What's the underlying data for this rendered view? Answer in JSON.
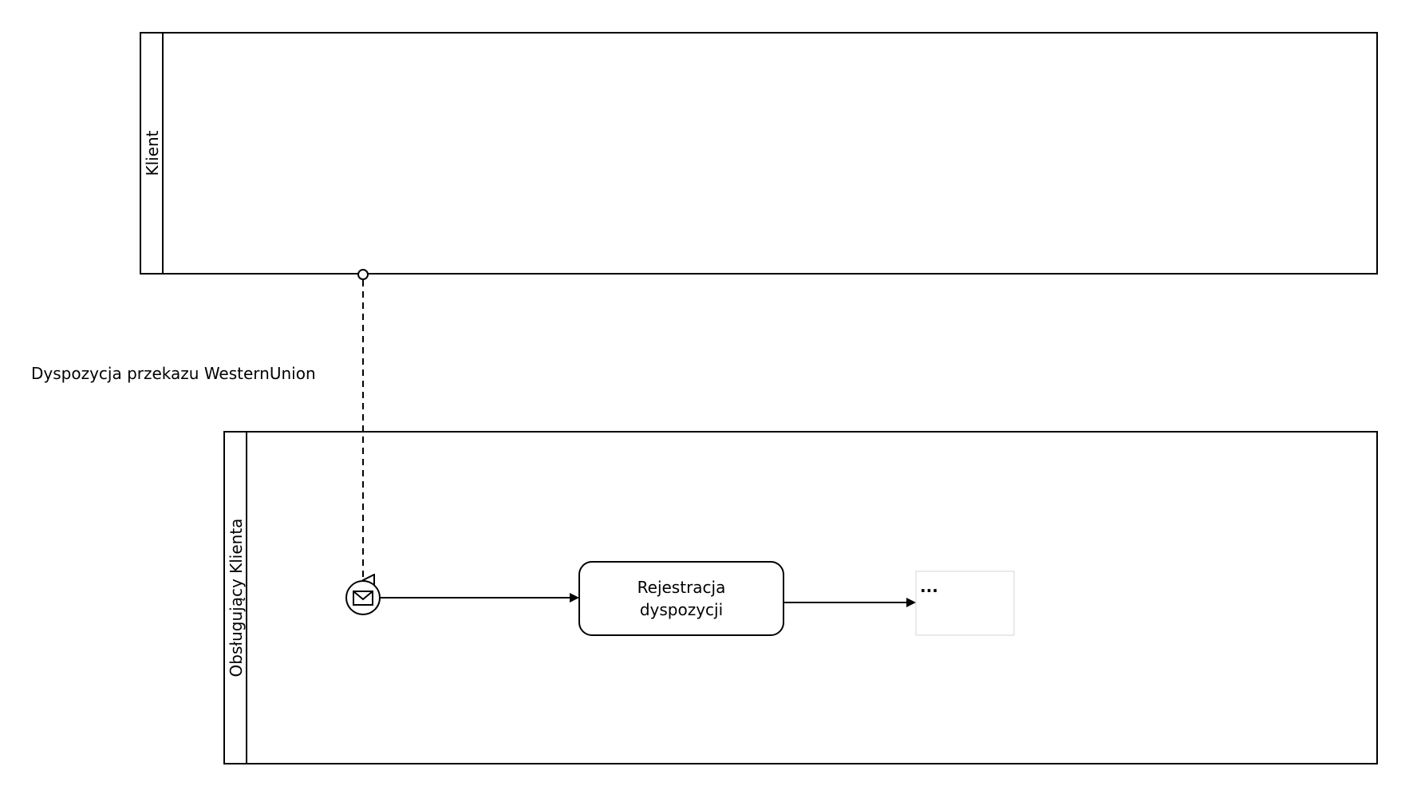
{
  "pools": {
    "top": {
      "label": "Klient"
    },
    "bottom": {
      "label": "Obsługujący Klienta"
    }
  },
  "message_flow": {
    "label": "Dyspozycja przekazu WesternUnion"
  },
  "start_event": {
    "icon": "envelope-icon",
    "type": "message-start-event"
  },
  "task": {
    "label_line1": "Rejestracja",
    "label_line2": "dyspozycji"
  },
  "placeholder": {
    "label": "..."
  },
  "colors": {
    "stroke": "#000000",
    "background": "#ffffff",
    "placeholder_border": "#d4d4d4"
  }
}
